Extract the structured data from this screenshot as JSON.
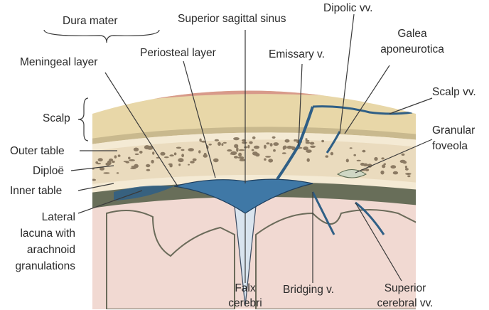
{
  "labels": {
    "dura_mater": "Dura mater",
    "superior_sagittal_sinus": "Superior sagittal sinus",
    "dipolic_vv": "Dipolic vv.",
    "meningeal_layer": "Meningeal layer",
    "periosteal_layer": "Periosteal layer",
    "emissary_v": "Emissary v.",
    "galea_line1": "Galea",
    "galea_line2": "aponeurotica",
    "scalp_vv": "Scalp vv.",
    "scalp": "Scalp",
    "granular_line1": "Granular",
    "granular_line2": "foveola",
    "outer_table": "Outer table",
    "diploe": "Diploë",
    "inner_table": "Inner table",
    "lateral_line1": "Lateral",
    "lateral_line2": "lacuna with",
    "lateral_line3": "arachnoid",
    "lateral_line4": "granulations",
    "falx_line1": "Falx",
    "falx_line2": "cerebri",
    "bridging_v": "Bridging v.",
    "superior_line1": "Superior",
    "superior_line2": "cerebral vv."
  },
  "colors": {
    "scalp": "#e8d7a8",
    "scalp_edge": "#d89a8a",
    "bone": "#eadbbe",
    "diploe_holes": "#6b5a44",
    "dura_vessel": "#2f5f86",
    "sinus": "#3f78a6",
    "brain": "#f1d9d2",
    "arachnoid": "#3a4a30"
  }
}
